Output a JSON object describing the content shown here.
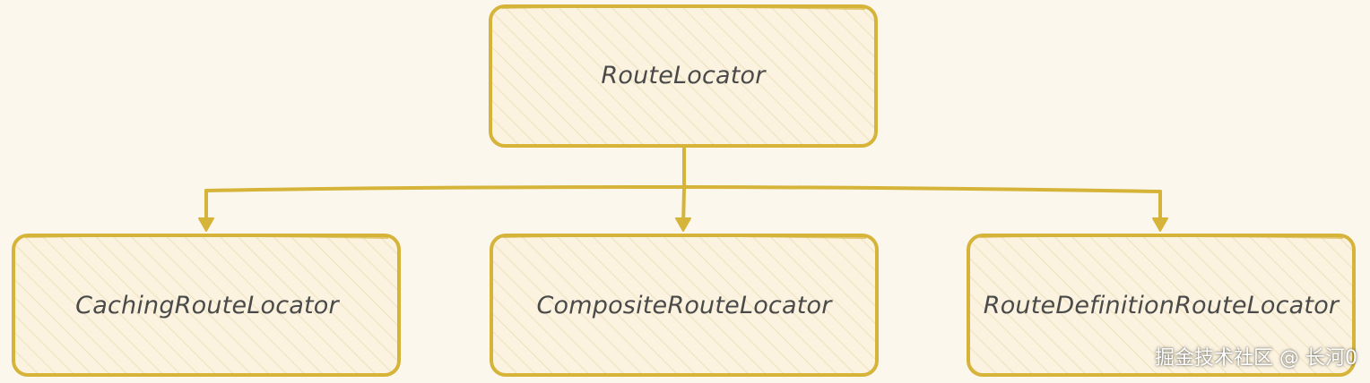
{
  "diagram": {
    "nodes": [
      {
        "id": "root",
        "label": "RouteLocator"
      },
      {
        "id": "caching",
        "label": "CachingRouteLocator"
      },
      {
        "id": "composite",
        "label": "CompositeRouteLocator"
      },
      {
        "id": "definition",
        "label": "RouteDefinitionRouteLocator"
      }
    ],
    "edges": [
      {
        "from": "root",
        "to": "caching"
      },
      {
        "from": "root",
        "to": "composite"
      },
      {
        "from": "root",
        "to": "definition"
      }
    ]
  },
  "watermark": "掘金技术社区 @ 长河0",
  "colors": {
    "background": "#fbf7ed",
    "stroke": "#d6b43a",
    "box_fill": "#fbf3df",
    "hatch": "#efe2c0",
    "text": "#4a4a4a"
  }
}
